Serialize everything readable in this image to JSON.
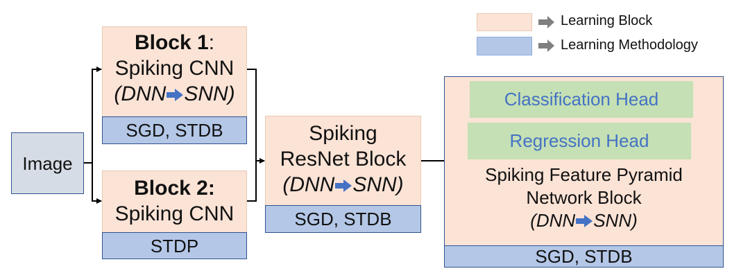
{
  "legend": {
    "learning_block": "Learning Block",
    "learning_methodology": "Learning Methodology"
  },
  "image_label": "Image",
  "block1": {
    "title": "Block 1",
    "colon": ":",
    "subtitle": "Spiking CNN",
    "conv_from": "(DNN",
    "conv_to": "SNN)",
    "method": "SGD, STDB"
  },
  "block2": {
    "title": "Block 2:",
    "subtitle": "Spiking CNN",
    "method": "STDP"
  },
  "resnet": {
    "line1": "Spiking",
    "line2": "ResNet Block",
    "conv_from": "(DNN",
    "conv_to": "SNN)",
    "method": "SGD, STDB"
  },
  "fpn": {
    "classification_head": "Classification Head",
    "regression_head": "Regression Head",
    "line1": "Spiking Feature Pyramid",
    "line2": "Network Block",
    "conv_from": "(DNN",
    "conv_to": "SNN)",
    "method": "SGD, STDB"
  },
  "colors": {
    "learning_block": "#fbe3d6",
    "learning_methodology": "#b4c7e7",
    "head_fill": "#c5e0b4",
    "head_text": "#4472c4",
    "conversion_arrow": "#4472c4",
    "legend_arrow": "#7f7f7f"
  }
}
